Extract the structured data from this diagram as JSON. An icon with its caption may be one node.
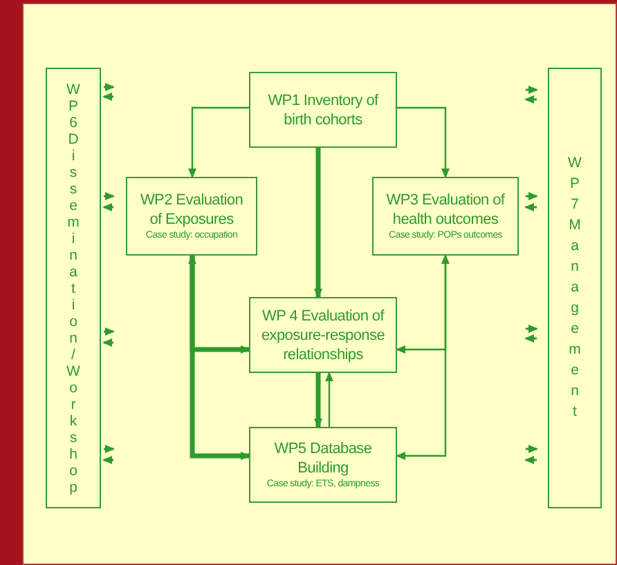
{
  "diagram": {
    "nodes": [
      {
        "text": [
          "WP6 Dissemination/Workshop"
        ]
      },
      {
        "text": [
          "WP1 Inventory of birth cohorts"
        ]
      },
      {
        "text": [
          "WP7 Management"
        ]
      },
      {
        "text": [
          "WP2 Evaluation of Exposures",
          "Case study: occupation"
        ]
      },
      {
        "text": [
          "WP3 Evaluation of health outcomes",
          "Case study: POPs outcomes"
        ]
      },
      {
        "text": [
          "WP 4 Evaluation of exposure-response relationships"
        ]
      },
      {
        "text": [
          "WP5 Database Building",
          "Case study: ETS, dampness"
        ]
      }
    ],
    "edges": [
      {
        "from": 1,
        "to": 3,
        "arrow": "to"
      },
      {
        "from": 1,
        "to": 4,
        "arrow": "to"
      },
      {
        "from": 1,
        "to": 5,
        "arrow": "to",
        "style": "thick"
      },
      {
        "from": 3,
        "to": 6,
        "arrow": "both",
        "style": "thick"
      },
      {
        "from": 3,
        "to": 5,
        "arrow": "to",
        "style": "thick"
      },
      {
        "from": 4,
        "to": 6,
        "arrow": "both"
      },
      {
        "from": 4,
        "to": 5,
        "arrow": "to"
      },
      {
        "from": 5,
        "to": 6,
        "arrow": "to",
        "style": "thick"
      },
      {
        "from": 6,
        "to": 5,
        "arrow": "to"
      }
    ]
  }
}
